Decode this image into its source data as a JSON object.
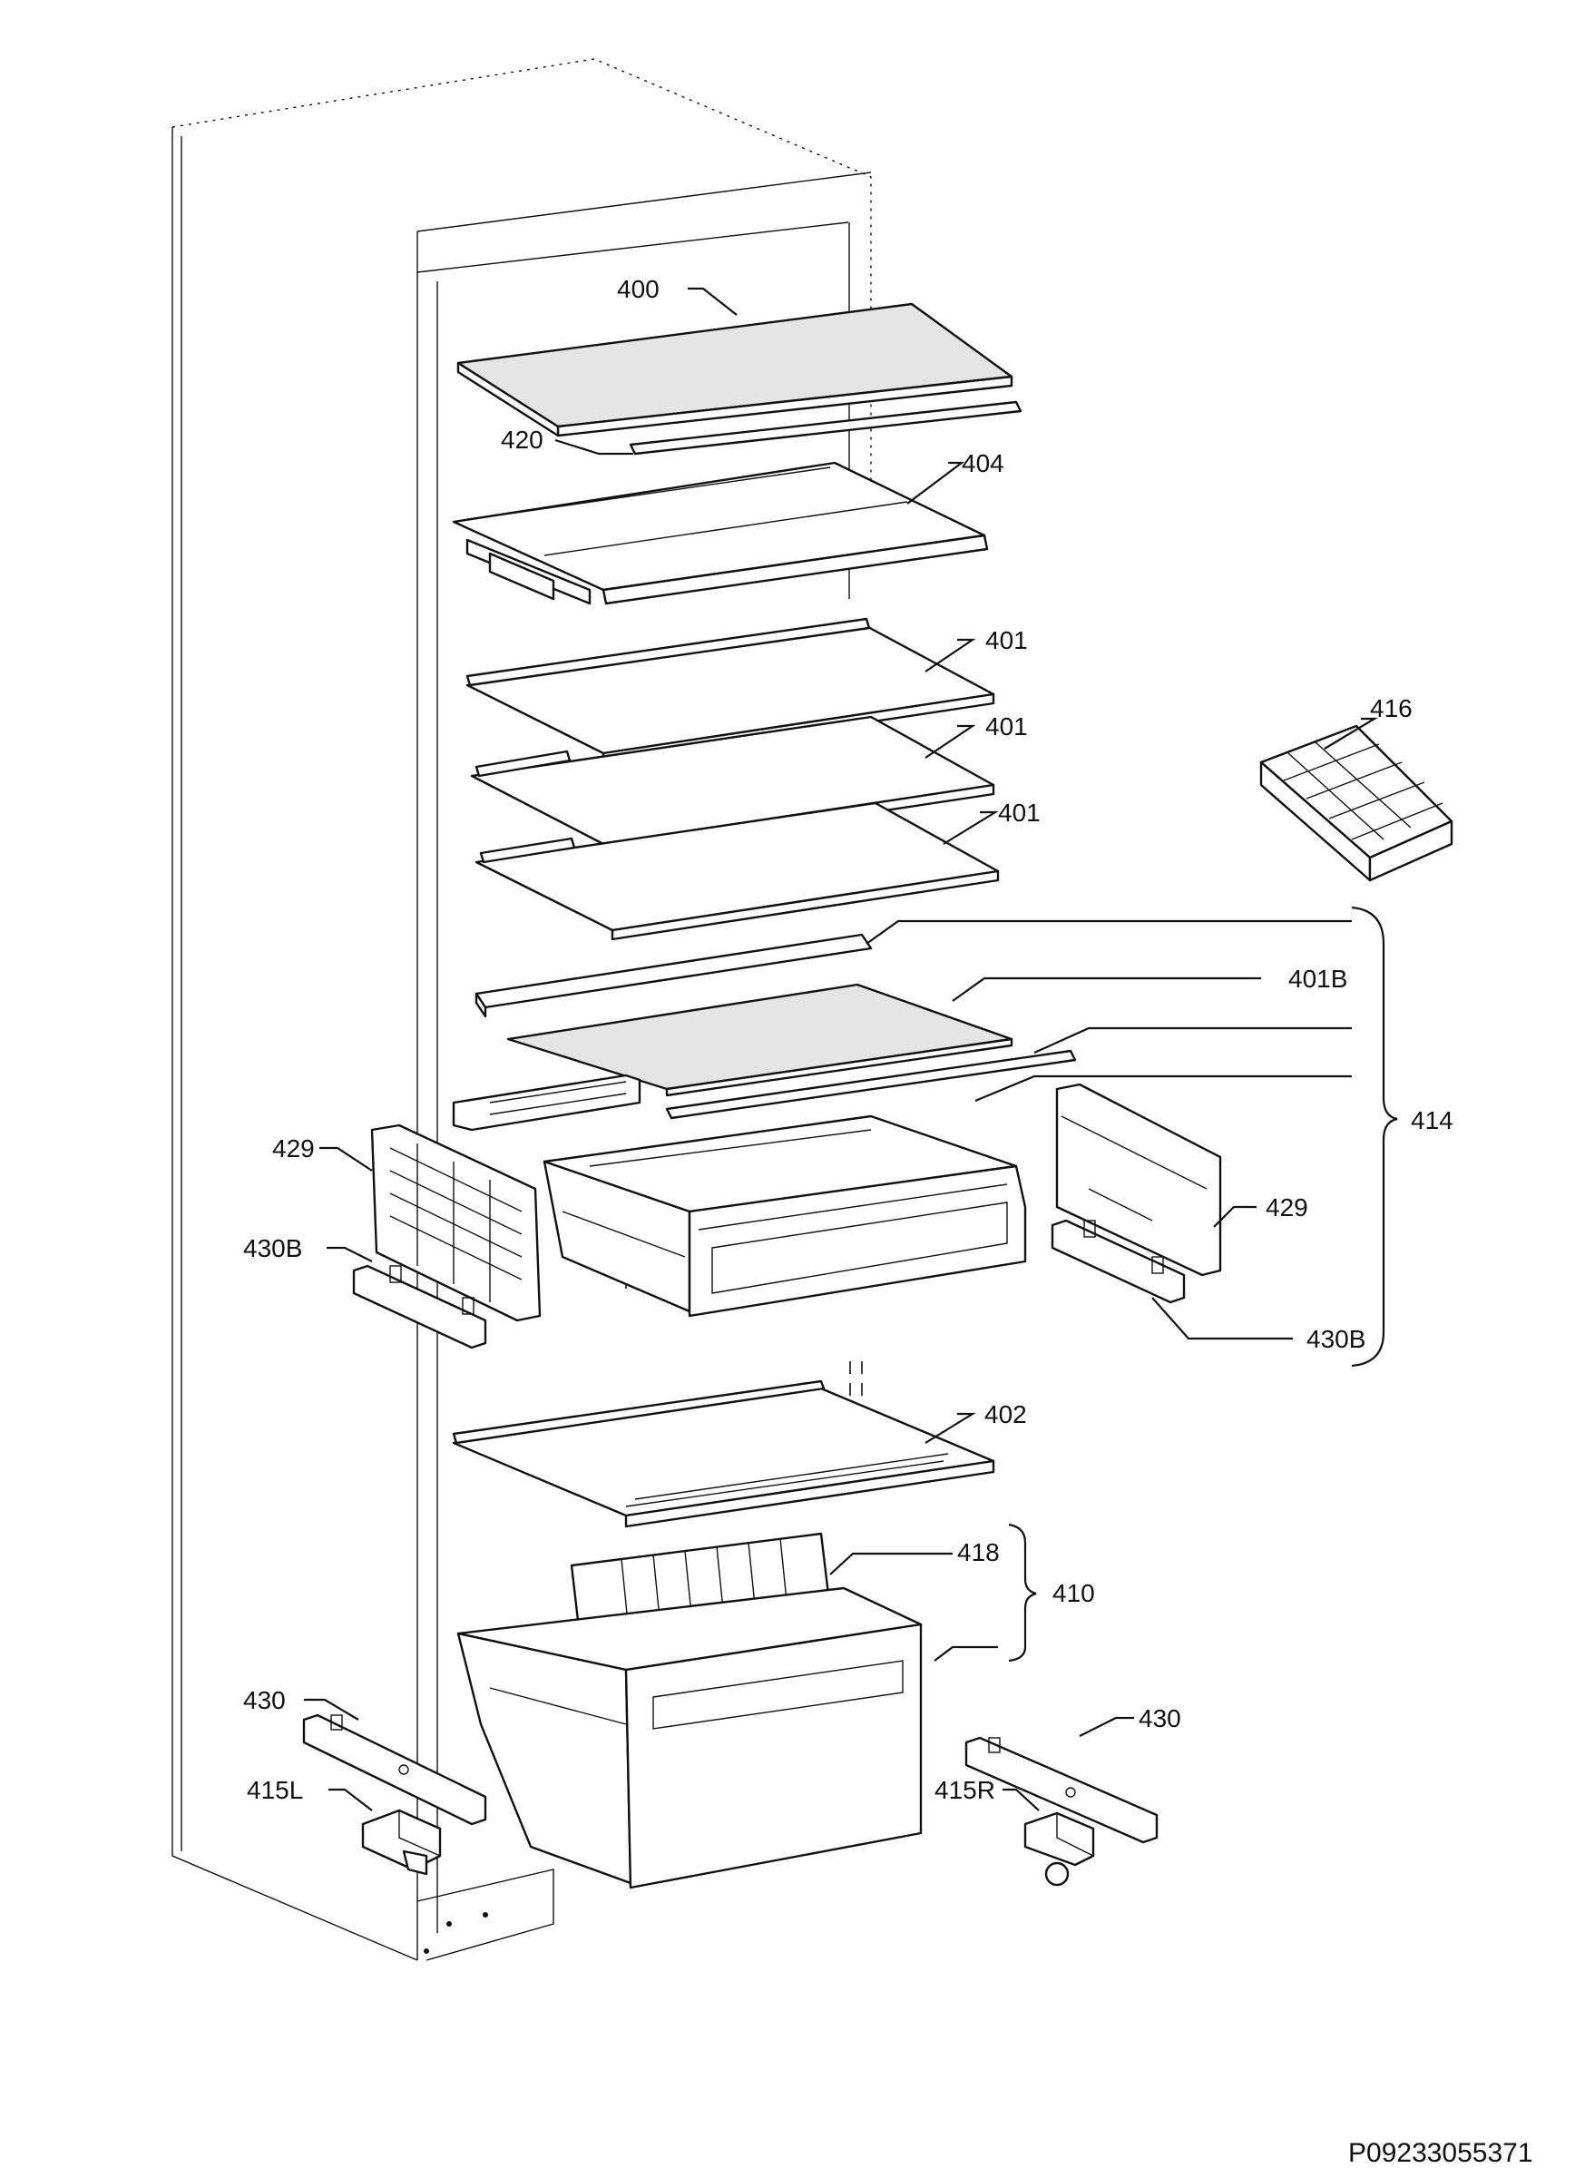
{
  "labels": {
    "p400": "400",
    "p420": "420",
    "p404": "404",
    "p401a": "401",
    "p401b": "401",
    "p401c": "401",
    "p416": "416",
    "p401B": "401B",
    "p414": "414",
    "p429L": "429",
    "p429R": "429",
    "p430BL": "430B",
    "p430BR": "430B",
    "p402": "402",
    "p418": "418",
    "p410": "410",
    "p430L": "430",
    "p430R": "430",
    "p415L": "415L",
    "p415R": "415R"
  },
  "document_id": "P09233055371"
}
